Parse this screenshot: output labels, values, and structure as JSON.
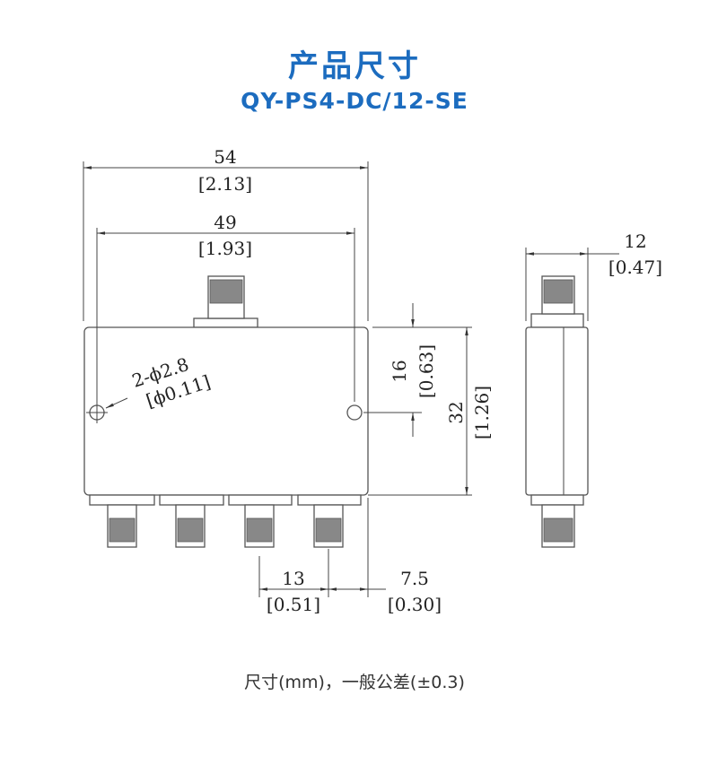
{
  "header": {
    "title": "产品尺寸",
    "model": "QY-PS4-DC/12-SE"
  },
  "dimensions": {
    "overall_width": {
      "mm": "54",
      "inch": "[2.13]"
    },
    "hole_spacing": {
      "mm": "49",
      "inch": "[1.93]"
    },
    "hole": {
      "mm": "2-ϕ2.8",
      "inch": "[ϕ0.11]"
    },
    "hole_height": {
      "mm": "16",
      "inch": "[0.63]"
    },
    "height": {
      "mm": "32",
      "inch": "[1.26]"
    },
    "port_pitch": {
      "mm": "13",
      "inch": "[0.51]"
    },
    "edge_offset": {
      "mm": "7.5",
      "inch": "[0.30]"
    },
    "thickness": {
      "mm": "12",
      "inch": "[0.47]"
    }
  },
  "caption": "尺寸(mm)，一般公差(±0.3)"
}
